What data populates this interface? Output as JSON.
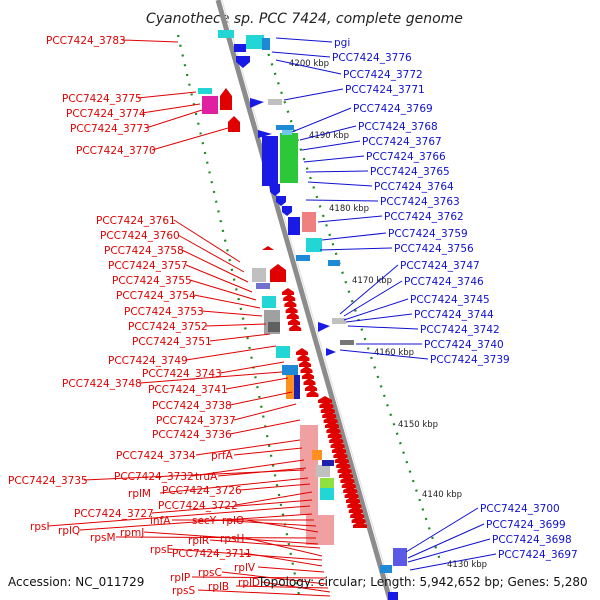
{
  "title": "Cyanothece sp. PCC 7424, complete genome",
  "footer": {
    "accession": "Accession: NC_011729",
    "summary": "Topology: circular; Length: 5,942,652 bp; Genes: 5,280"
  },
  "kbp_ticks": [
    "4200 kbp",
    "4190 kbp",
    "4180 kbp",
    "4170 kbp",
    "4160 kbp",
    "4150 kbp",
    "4140 kbp",
    "4130 kbp"
  ],
  "colors": {
    "reverse_labels": "#e00000",
    "forward_labels": "#1010d0",
    "backbone": "#8c8c8c"
  },
  "left_labels": [
    "PCC7424_3783",
    "PCC7424_3775",
    "PCC7424_3774",
    "PCC7424_3773",
    "PCC7424_3770",
    "PCC7424_3761",
    "PCC7424_3760",
    "PCC7424_3758",
    "PCC7424_3757",
    "PCC7424_3755",
    "PCC7424_3754",
    "PCC7424_3753",
    "PCC7424_3752",
    "PCC7424_3751",
    "PCC7424_3749",
    "PCC7424_3743",
    "PCC7424_3748",
    "PCC7424_3741",
    "PCC7424_3738",
    "PCC7424_3737",
    "PCC7424_3736",
    "PCC7424_3734",
    "prfA",
    "PCC7424_3732",
    "truA",
    "PCC7424_3735",
    "rplM",
    "PCC7424_3726",
    "PCC7424_3722",
    "PCC7424_3727",
    "rpsI",
    "rplQ",
    "infA",
    "secY",
    "rplO",
    "rpsM",
    "rpmJ",
    "rplR",
    "rpsH",
    "rpsE",
    "PCC7424_3711",
    "rplV",
    "rplP",
    "rpsC",
    "rplB",
    "rplD",
    "rpsS"
  ],
  "right_labels": [
    "pgi",
    "PCC7424_3776",
    "PCC7424_3772",
    "PCC7424_3771",
    "PCC7424_3769",
    "PCC7424_3768",
    "PCC7424_3767",
    "PCC7424_3766",
    "PCC7424_3765",
    "PCC7424_3764",
    "PCC7424_3763",
    "PCC7424_3762",
    "PCC7424_3759",
    "PCC7424_3756",
    "PCC7424_3747",
    "PCC7424_3746",
    "PCC7424_3745",
    "PCC7424_3744",
    "PCC7424_3742",
    "PCC7424_3740",
    "PCC7424_3739",
    "PCC7424_3700",
    "PCC7424_3699",
    "PCC7424_3698",
    "PCC7424_3697"
  ]
}
